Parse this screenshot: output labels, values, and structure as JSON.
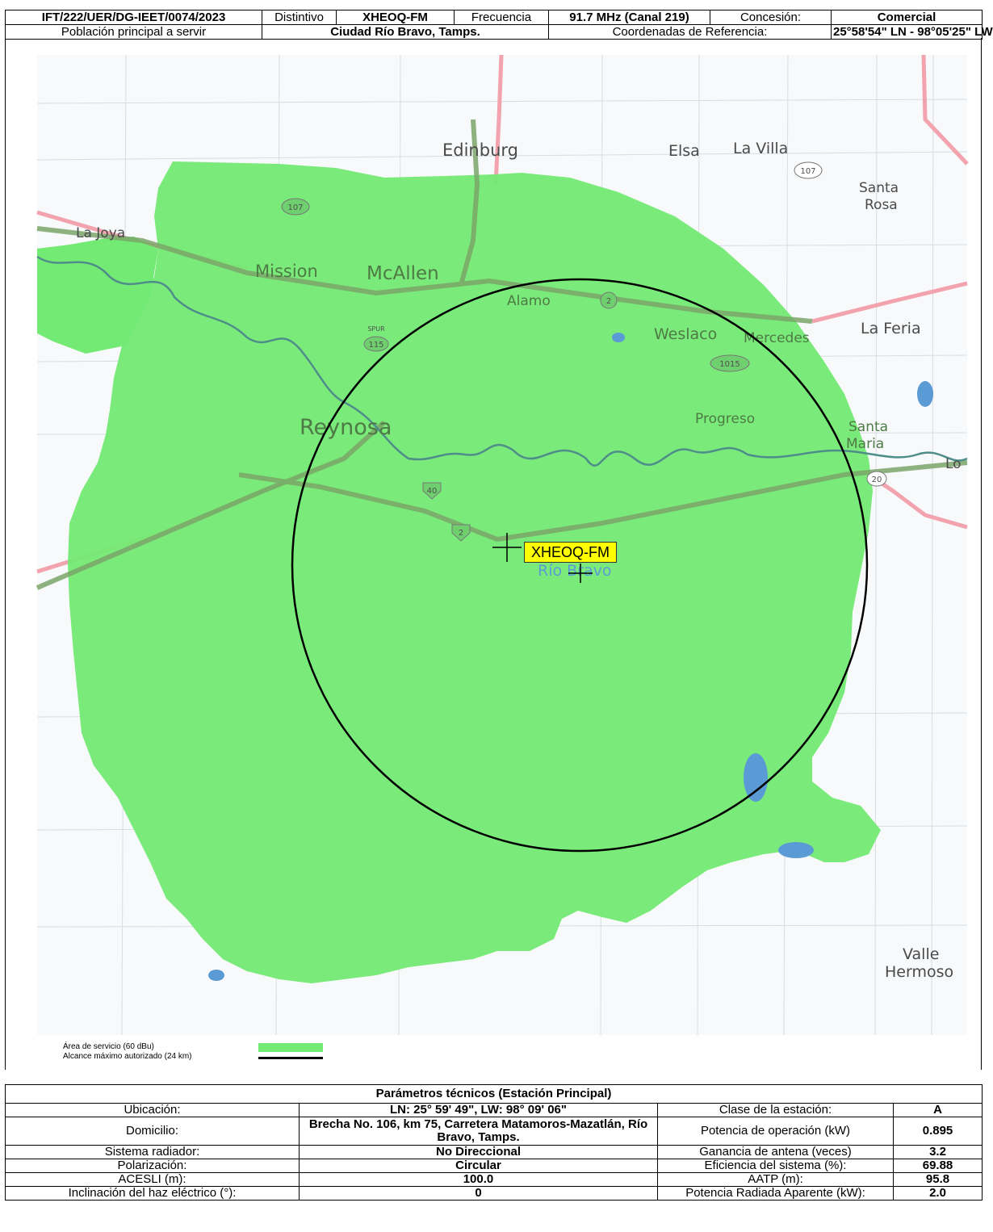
{
  "header": {
    "expediente": "IFT/222/UER/DG-IEET/0074/2023",
    "distintivo_label": "Distintivo",
    "distintivo": "XHEOQ-FM",
    "frecuencia_label": "Frecuencia",
    "frecuencia": "91.7 MHz (Canal 219)",
    "concesion_label": "Concesión:",
    "concesion": "Comercial",
    "poblacion_label": "Población principal a servir",
    "poblacion": "Ciudad Río Bravo, Tamps.",
    "coordenadas_label": "Coordenadas de Referencia:",
    "coordenadas": "25°58'54\" LN - 98°05'25\" LW"
  },
  "map": {
    "places": [
      "Edinburg",
      "Elsa",
      "La Villa",
      "Santa",
      "Rosa",
      "La Joya",
      "Mission",
      "McAllen",
      "Alamo",
      "Weslaco",
      "Mercedes",
      "La Feria",
      "Reynosa",
      "Progreso",
      "Santa",
      "Maria",
      "Lo",
      "Río Bravo",
      "Valle",
      "Hermoso"
    ],
    "shields": [
      "107",
      "107",
      "SPUR",
      "115",
      "1015",
      "40",
      "2",
      "20",
      "2"
    ],
    "station_label": "XHEOQ-FM",
    "colors": {
      "service_area": "#73ea73",
      "reach_circle": "#000000",
      "label_bg": "#ffff00",
      "roads_major": "#f0a0a0",
      "roads_primary": "#c98d8d",
      "water": "#5b9bd5"
    }
  },
  "legend": {
    "service_area": "Área de servicio (60 dBu)",
    "max_reach": "Alcance máximo autorizado (24 km)"
  },
  "params": {
    "title": "Parámetros técnicos (Estación Principal)",
    "rows": [
      {
        "l1": "Ubicación:",
        "v1": "LN: 25° 59' 49\", LW: 98° 09' 06\"",
        "l2": "Clase de la estación:",
        "v2": "A"
      },
      {
        "l1": "Domicilio:",
        "v1": "Brecha No. 106, km 75, Carretera Matamoros-Mazatlán, Río Bravo, Tamps.",
        "l2": "Potencia de operación (kW)",
        "v2": "0.895"
      },
      {
        "l1": "Sistema radiador:",
        "v1": "No Direccional",
        "l2": "Ganancia de antena (veces)",
        "v2": "3.2"
      },
      {
        "l1": "Polarización:",
        "v1": "Circular",
        "l2": "Eficiencia del sistema (%):",
        "v2": "69.88"
      },
      {
        "l1": "ACESLI (m):",
        "v1": "100.0",
        "l2": "AATP (m):",
        "v2": "95.8"
      },
      {
        "l1": "Inclinación del haz eléctrico (°):",
        "v1": "0",
        "l2": "Potencia Radiada Aparente (kW):",
        "v2": "2.0"
      }
    ]
  }
}
